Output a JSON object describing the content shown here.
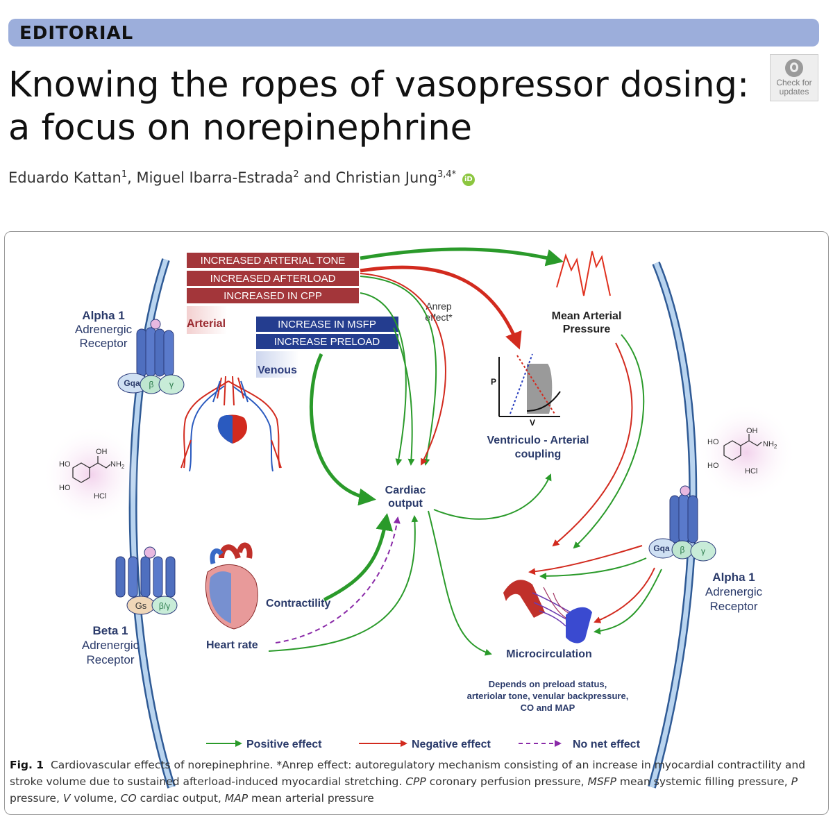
{
  "article": {
    "section_label": "EDITORIAL",
    "title": "Knowing the ropes of vasopressor dosing: a focus on norepinephrine",
    "authors": [
      {
        "name": "Eduardo Kattan",
        "affil": "1"
      },
      {
        "name": "Miguel Ibarra-Estrada",
        "affil": "2"
      },
      {
        "name": "Christian Jung",
        "affil": "3,4*"
      }
    ],
    "author_sep": ", ",
    "author_and": " and ",
    "orcid_label": "iD",
    "check_updates": {
      "line1": "Check for",
      "line2": "updates"
    }
  },
  "figure": {
    "arterial_boxes": [
      "INCREASED ARTERIAL TONE",
      "INCREASED AFTERLOAD",
      "INCREASED IN CPP"
    ],
    "arterial_label": "Arterial",
    "venous_boxes": [
      "INCREASE IN MSFP",
      "INCREASE PRELOAD"
    ],
    "venous_label": "Venous",
    "anrep": [
      "Anrep",
      "effect*"
    ],
    "map_label": [
      "Mean Arterial",
      "Pressure"
    ],
    "coupling_label": [
      "Ventriculo - Arterial",
      "coupling"
    ],
    "axis_p": "P",
    "axis_v": "V",
    "co_label": [
      "Cardiac",
      "output"
    ],
    "alpha_left": [
      "Alpha 1",
      "Adrenergic",
      "Receptor"
    ],
    "alpha_right": [
      "Alpha 1",
      "Adrenergic",
      "Receptor"
    ],
    "beta": [
      "Beta 1",
      "Adrenergic",
      "Receptor"
    ],
    "g_alpha": "Gqa",
    "g_beta": "β",
    "g_gamma": "γ",
    "gs": "Gs",
    "beta_gamma": "β/γ",
    "molecule": {
      "oh": "OH",
      "ho": "HO",
      "nh2": "NH",
      "nh2_sub": "2",
      "hcl": "HCl"
    },
    "contractility": "Contractility",
    "heart_rate": "Heart rate",
    "microcirculation": "Microcirculation",
    "micro_note": [
      "Depends on preload status,",
      "arteriolar tone, venular backpressure,",
      "CO and MAP"
    ],
    "legend": {
      "positive": "Positive effect",
      "negative": "Negative effect",
      "none": "No net effect"
    },
    "colors": {
      "positive": "#2a9a2a",
      "negative": "#d22a1e",
      "none": "#8a2aa8",
      "arterial": "#a3363a",
      "venous": "#243d8f",
      "membrane": "#4f86c6"
    }
  },
  "caption": {
    "label": "Fig. 1",
    "text": "Cardiovascular effects of norepinephrine. *Anrep effect: autoregulatory mechanism consisting of an increase in myocardial contractility and stroke volume due to sustained afterload-induced myocardial stretching.",
    "abbrevs": [
      {
        "abbr": "CPP",
        "def": " coronary perfusion pressure, "
      },
      {
        "abbr": "MSFP",
        "def": " mean systemic filling pressure, "
      },
      {
        "abbr": "P",
        "def": " pressure, "
      },
      {
        "abbr": "V",
        "def": " volume, "
      },
      {
        "abbr": "CO",
        "def": " cardiac output, "
      },
      {
        "abbr": "MAP",
        "def": " mean arterial pressure"
      }
    ]
  }
}
